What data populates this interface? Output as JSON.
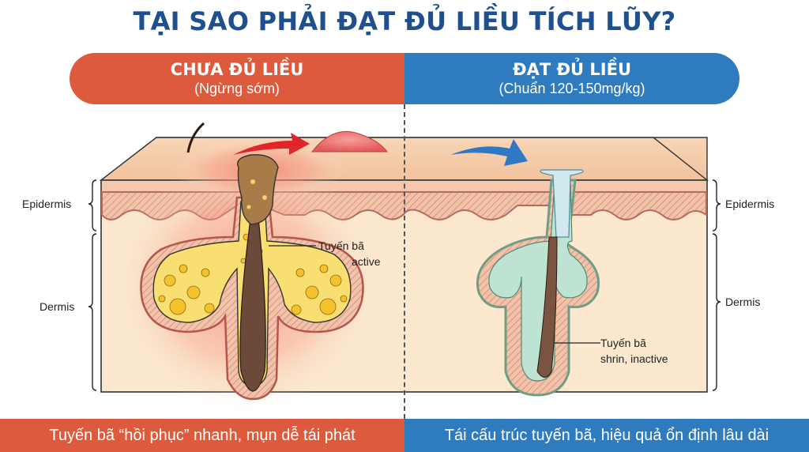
{
  "title": "TẠI SAO PHẢI ĐẠT ĐỦ LIỀU TÍCH LŨY?",
  "left_panel": {
    "heading": "CHƯA ĐỦ LIỀU",
    "subheading": "(Ngừng sớm)",
    "color": "#de5a3c",
    "callout": {
      "line1": "Tuyến bã",
      "line2": "active"
    },
    "footer": "Tuyến bã “hồi phục” nhanh, mụn dễ tái phát"
  },
  "right_panel": {
    "heading": "ĐẠT ĐỦ LIỀU",
    "subheading": "(Chuẩn 120-150mg/kg)",
    "color": "#2f7bbf",
    "callout": {
      "line1": "Tuyến bã",
      "line2": "shrin, inactive"
    },
    "footer": "Tái cấu trúc tuyến bã, hiệu quả ổn định lâu dài"
  },
  "layers": {
    "left": {
      "epidermis": "Epidermis",
      "dermis": "Dermis"
    },
    "right": {
      "epidermis": "Epidermis",
      "dermis": "Dermis"
    }
  },
  "icons": [
    "red-arrow-icon",
    "blue-arrow-icon",
    "pimple-bump-icon",
    "hair-strand-icon"
  ]
}
